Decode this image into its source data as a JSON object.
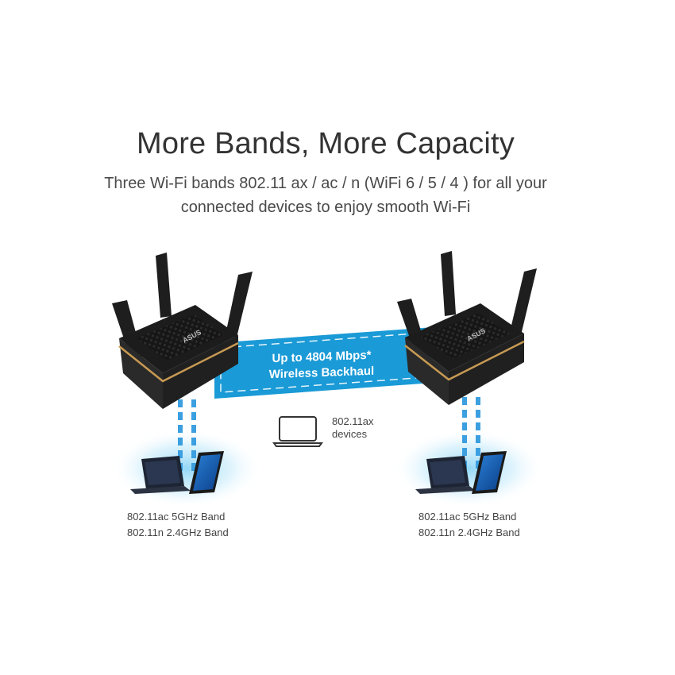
{
  "heading": {
    "title": "More Bands, More Capacity",
    "subtitle_line1": "Three Wi-Fi bands 802.11 ax / ac / n (WiFi 6 / 5 / 4 ) for all your",
    "subtitle_line2": "connected devices to enjoy smooth Wi-Fi"
  },
  "backhaul": {
    "line1": "Up to 4804 Mbps*",
    "line2": "Wireless Backhaul"
  },
  "center_device": {
    "line1": "802.11ax",
    "line2": "devices"
  },
  "left_bands": {
    "line1": "802.11ac 5GHz Band",
    "line2": "802.11n 2.4GHz Band"
  },
  "right_bands": {
    "line1": "802.11ac 5GHz Band",
    "line2": "802.11n 2.4GHz Band"
  },
  "router_logo": "ASUS",
  "colors": {
    "backhaul_blue": "#1a9ad6",
    "glow_blue": "#7fd0f5",
    "router_body": "#1e1e1e",
    "router_trim": "#c79a53"
  }
}
